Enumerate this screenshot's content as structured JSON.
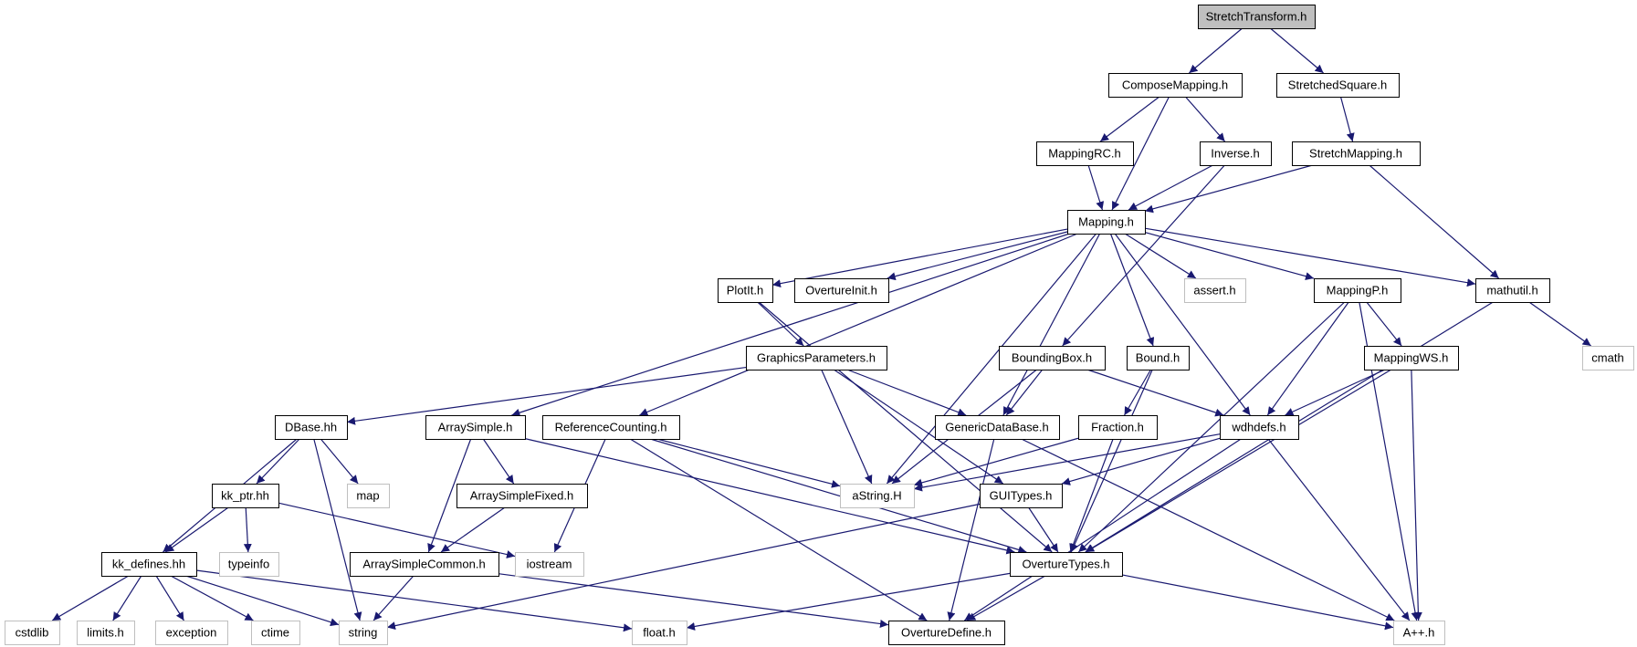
{
  "diagram": {
    "nodes": [
      {
        "id": "StretchTransform",
        "label": "StretchTransform.h",
        "kind": "root"
      },
      {
        "id": "ComposeMapping",
        "label": "ComposeMapping.h",
        "kind": "local"
      },
      {
        "id": "StretchedSquare",
        "label": "StretchedSquare.h",
        "kind": "local"
      },
      {
        "id": "MappingRC",
        "label": "MappingRC.h",
        "kind": "local"
      },
      {
        "id": "Inverse",
        "label": "Inverse.h",
        "kind": "local"
      },
      {
        "id": "StretchMapping",
        "label": "StretchMapping.h",
        "kind": "local"
      },
      {
        "id": "Mapping",
        "label": "Mapping.h",
        "kind": "local"
      },
      {
        "id": "PlotIt",
        "label": "PlotIt.h",
        "kind": "local"
      },
      {
        "id": "OvertureInit",
        "label": "OvertureInit.h",
        "kind": "local"
      },
      {
        "id": "assert",
        "label": "assert.h",
        "kind": "external"
      },
      {
        "id": "MappingP",
        "label": "MappingP.h",
        "kind": "local"
      },
      {
        "id": "mathutil",
        "label": "mathutil.h",
        "kind": "local"
      },
      {
        "id": "GraphicsParameters",
        "label": "GraphicsParameters.h",
        "kind": "local"
      },
      {
        "id": "BoundingBox",
        "label": "BoundingBox.h",
        "kind": "local"
      },
      {
        "id": "Bound",
        "label": "Bound.h",
        "kind": "local"
      },
      {
        "id": "MappingWS",
        "label": "MappingWS.h",
        "kind": "local"
      },
      {
        "id": "cmath",
        "label": "cmath",
        "kind": "external"
      },
      {
        "id": "DBase",
        "label": "DBase.hh",
        "kind": "local"
      },
      {
        "id": "ArraySimple",
        "label": "ArraySimple.h",
        "kind": "local"
      },
      {
        "id": "ReferenceCounting",
        "label": "ReferenceCounting.h",
        "kind": "local"
      },
      {
        "id": "GenericDataBase",
        "label": "GenericDataBase.h",
        "kind": "local"
      },
      {
        "id": "Fraction",
        "label": "Fraction.h",
        "kind": "local"
      },
      {
        "id": "wdhdefs",
        "label": "wdhdefs.h",
        "kind": "local"
      },
      {
        "id": "kk_ptr",
        "label": "kk_ptr.hh",
        "kind": "local"
      },
      {
        "id": "map",
        "label": "map",
        "kind": "external"
      },
      {
        "id": "ArraySimpleFixed",
        "label": "ArraySimpleFixed.h",
        "kind": "local"
      },
      {
        "id": "aString",
        "label": "aString.H",
        "kind": "external"
      },
      {
        "id": "GUITypes",
        "label": "GUITypes.h",
        "kind": "local"
      },
      {
        "id": "kk_defines",
        "label": "kk_defines.hh",
        "kind": "local"
      },
      {
        "id": "typeinfo",
        "label": "typeinfo",
        "kind": "external"
      },
      {
        "id": "iostream",
        "label": "iostream",
        "kind": "external"
      },
      {
        "id": "ArraySimpleCommon",
        "label": "ArraySimpleCommon.h",
        "kind": "local"
      },
      {
        "id": "OvertureTypes",
        "label": "OvertureTypes.h",
        "kind": "local"
      },
      {
        "id": "cstdlib",
        "label": "cstdlib",
        "kind": "external"
      },
      {
        "id": "limits",
        "label": "limits.h",
        "kind": "external"
      },
      {
        "id": "exception",
        "label": "exception",
        "kind": "external"
      },
      {
        "id": "ctime",
        "label": "ctime",
        "kind": "external"
      },
      {
        "id": "string",
        "label": "string",
        "kind": "external"
      },
      {
        "id": "float",
        "label": "float.h",
        "kind": "external"
      },
      {
        "id": "OvertureDefine",
        "label": "OvertureDefine.h",
        "kind": "local"
      },
      {
        "id": "Aplusplus",
        "label": "A++.h",
        "kind": "external"
      }
    ],
    "edges": [
      [
        "StretchTransform",
        "ComposeMapping"
      ],
      [
        "StretchTransform",
        "StretchedSquare"
      ],
      [
        "ComposeMapping",
        "MappingRC"
      ],
      [
        "ComposeMapping",
        "Inverse"
      ],
      [
        "ComposeMapping",
        "Mapping"
      ],
      [
        "StretchedSquare",
        "StretchMapping"
      ],
      [
        "MappingRC",
        "Mapping"
      ],
      [
        "Inverse",
        "Mapping"
      ],
      [
        "Inverse",
        "BoundingBox"
      ],
      [
        "StretchMapping",
        "Mapping"
      ],
      [
        "StretchMapping",
        "mathutil"
      ],
      [
        "Mapping",
        "PlotIt"
      ],
      [
        "Mapping",
        "OvertureInit"
      ],
      [
        "Mapping",
        "assert"
      ],
      [
        "Mapping",
        "MappingP"
      ],
      [
        "Mapping",
        "mathutil"
      ],
      [
        "Mapping",
        "Bound"
      ],
      [
        "Mapping",
        "ArraySimple"
      ],
      [
        "Mapping",
        "ReferenceCounting"
      ],
      [
        "Mapping",
        "GenericDataBase"
      ],
      [
        "Mapping",
        "wdhdefs"
      ],
      [
        "Mapping",
        "aString"
      ],
      [
        "PlotIt",
        "GraphicsParameters"
      ],
      [
        "PlotIt",
        "OvertureTypes"
      ],
      [
        "MappingP",
        "MappingWS"
      ],
      [
        "MappingP",
        "wdhdefs"
      ],
      [
        "MappingP",
        "OvertureTypes"
      ],
      [
        "MappingP",
        "Aplusplus"
      ],
      [
        "mathutil",
        "cmath"
      ],
      [
        "mathutil",
        "OvertureTypes"
      ],
      [
        "GraphicsParameters",
        "DBase"
      ],
      [
        "GraphicsParameters",
        "GenericDataBase"
      ],
      [
        "GraphicsParameters",
        "GUITypes"
      ],
      [
        "GraphicsParameters",
        "aString"
      ],
      [
        "BoundingBox",
        "GenericDataBase"
      ],
      [
        "BoundingBox",
        "wdhdefs"
      ],
      [
        "BoundingBox",
        "aString"
      ],
      [
        "Bound",
        "Fraction"
      ],
      [
        "Bound",
        "OvertureTypes"
      ],
      [
        "MappingWS",
        "wdhdefs"
      ],
      [
        "MappingWS",
        "OvertureTypes"
      ],
      [
        "MappingWS",
        "Aplusplus"
      ],
      [
        "DBase",
        "kk_ptr"
      ],
      [
        "DBase",
        "map"
      ],
      [
        "DBase",
        "kk_defines"
      ],
      [
        "DBase",
        "string"
      ],
      [
        "ArraySimple",
        "ArraySimpleFixed"
      ],
      [
        "ArraySimple",
        "ArraySimpleCommon"
      ],
      [
        "ArraySimple",
        "OvertureTypes"
      ],
      [
        "ReferenceCounting",
        "aString"
      ],
      [
        "ReferenceCounting",
        "iostream"
      ],
      [
        "ReferenceCounting",
        "OvertureTypes"
      ],
      [
        "ReferenceCounting",
        "OvertureDefine"
      ],
      [
        "GenericDataBase",
        "OvertureDefine"
      ],
      [
        "GenericDataBase",
        "Aplusplus"
      ],
      [
        "Fraction",
        "aString"
      ],
      [
        "Fraction",
        "OvertureTypes"
      ],
      [
        "wdhdefs",
        "aString"
      ],
      [
        "wdhdefs",
        "GUITypes"
      ],
      [
        "wdhdefs",
        "OvertureDefine"
      ],
      [
        "wdhdefs",
        "Aplusplus"
      ],
      [
        "kk_ptr",
        "kk_defines"
      ],
      [
        "kk_ptr",
        "typeinfo"
      ],
      [
        "kk_ptr",
        "iostream"
      ],
      [
        "ArraySimpleFixed",
        "ArraySimpleCommon"
      ],
      [
        "GUITypes",
        "OvertureTypes"
      ],
      [
        "GUITypes",
        "string"
      ],
      [
        "kk_defines",
        "cstdlib"
      ],
      [
        "kk_defines",
        "limits"
      ],
      [
        "kk_defines",
        "exception"
      ],
      [
        "kk_defines",
        "ctime"
      ],
      [
        "kk_defines",
        "string"
      ],
      [
        "kk_defines",
        "float"
      ],
      [
        "ArraySimpleCommon",
        "string"
      ],
      [
        "ArraySimpleCommon",
        "OvertureDefine"
      ],
      [
        "OvertureTypes",
        "float"
      ],
      [
        "OvertureTypes",
        "OvertureDefine"
      ],
      [
        "OvertureTypes",
        "Aplusplus"
      ]
    ]
  }
}
